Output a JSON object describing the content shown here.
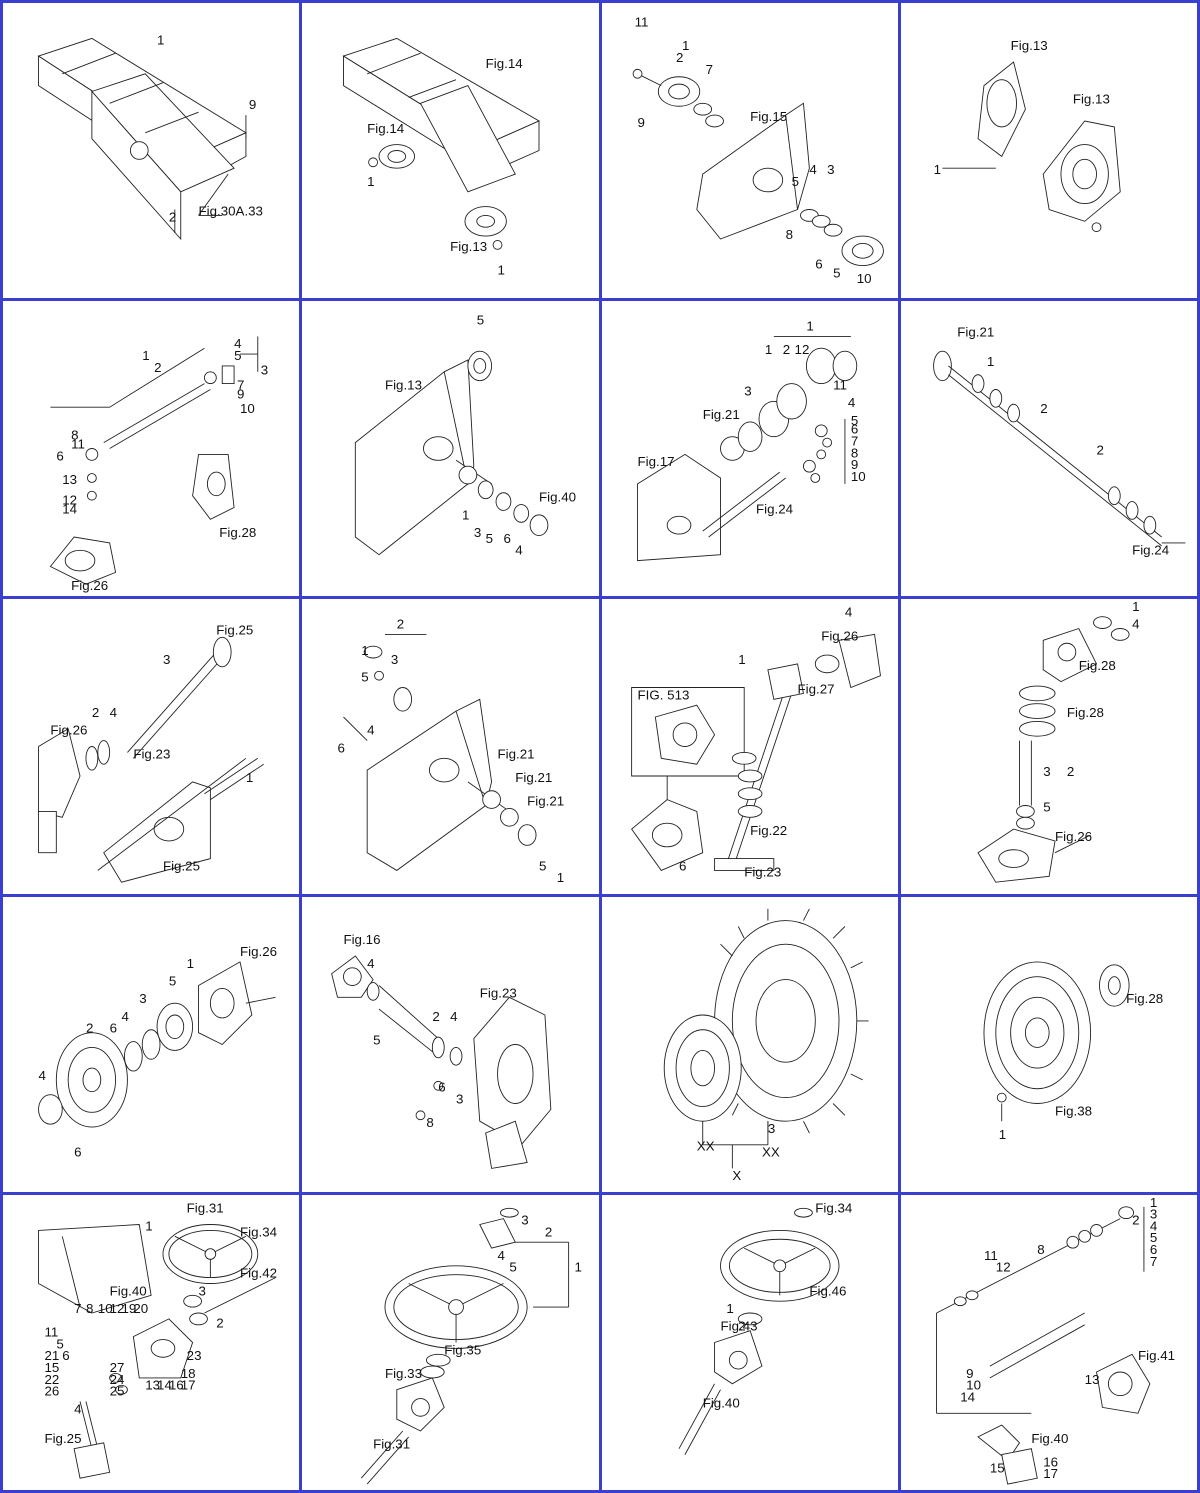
{
  "title": "",
  "colors": {
    "grid_border": "#3b3fd0",
    "cell_background": "#ffffff",
    "line_art": "#222222"
  },
  "cells": [
    {
      "row": 1,
      "col": 1,
      "subject": "chassis-frame",
      "callouts": [
        "1",
        "9",
        "2"
      ],
      "figure_refs": [
        "Fig.30A.33"
      ]
    },
    {
      "row": 1,
      "col": 2,
      "subject": "chassis-frame-with-bearing-housing",
      "callouts": [
        "1",
        "1"
      ],
      "figure_refs": [
        "Fig.14",
        "Fig.14",
        "Fig.13"
      ]
    },
    {
      "row": 1,
      "col": 3,
      "subject": "axle-housing-and-bearings",
      "callouts": [
        "11",
        "1",
        "2",
        "7",
        "9",
        "5",
        "4",
        "3",
        "8",
        "6",
        "5",
        "10"
      ],
      "figure_refs": [
        "Fig.15"
      ]
    },
    {
      "row": 1,
      "col": 4,
      "subject": "bearing-covers",
      "callouts": [
        "1"
      ],
      "figure_refs": [
        "Fig.13",
        "Fig.13"
      ]
    },
    {
      "row": 2,
      "col": 1,
      "subject": "control-rod-linkage",
      "callouts": [
        "1",
        "2",
        "4",
        "5",
        "3",
        "6",
        "7",
        "8",
        "9",
        "10",
        "11",
        "12",
        "13",
        "14"
      ],
      "figure_refs": [
        "Fig.28",
        "Fig.26"
      ]
    },
    {
      "row": 2,
      "col": 2,
      "subject": "transmission-case",
      "callouts": [
        "5",
        "1",
        "3",
        "5",
        "6",
        "4"
      ],
      "figure_refs": [
        "Fig.13",
        "Fig.40"
      ]
    },
    {
      "row": 2,
      "col": 3,
      "subject": "differential-assembly",
      "callouts": [
        "1",
        "1",
        "2",
        "12",
        "3",
        "4",
        "5",
        "6",
        "7",
        "8",
        "9",
        "10",
        "11"
      ],
      "figure_refs": [
        "Fig.21",
        "Fig.17",
        "Fig.24"
      ]
    },
    {
      "row": 2,
      "col": 4,
      "subject": "axle-shaft",
      "callouts": [
        "1",
        "2",
        "2"
      ],
      "figure_refs": [
        "Fig.21",
        "Fig.24"
      ]
    },
    {
      "row": 3,
      "col": 1,
      "subject": "drive-shaft-and-housing",
      "callouts": [
        "3",
        "2",
        "4",
        "1"
      ],
      "figure_refs": [
        "Fig.25",
        "Fig.26",
        "Fig.23",
        "Fig.25"
      ]
    },
    {
      "row": 3,
      "col": 2,
      "subject": "transmission-case-seals",
      "callouts": [
        "1",
        "2",
        "3",
        "5",
        "4",
        "6",
        "5",
        "1"
      ],
      "figure_refs": [
        "Fig.21",
        "Fig.21",
        "Fig.21"
      ]
    },
    {
      "row": 3,
      "col": 3,
      "subject": "final-drive-stack",
      "callouts": [
        "4",
        "1",
        "6"
      ],
      "figure_refs": [
        "Fig.26",
        "Fig.27",
        "Fig.22",
        "Fig.23"
      ],
      "inset_label": "FIG. 513"
    },
    {
      "row": 3,
      "col": 4,
      "subject": "steering-column-stack",
      "callouts": [
        "1",
        "4",
        "2",
        "3",
        "5"
      ],
      "figure_refs": [
        "Fig.28",
        "Fig.28",
        "Fig.26"
      ]
    },
    {
      "row": 4,
      "col": 1,
      "subject": "brake-drum-assembly",
      "callouts": [
        "1",
        "2",
        "3",
        "4",
        "5",
        "6",
        "4",
        "6"
      ],
      "figure_refs": [
        "Fig.26"
      ]
    },
    {
      "row": 4,
      "col": 2,
      "subject": "axle-tube-and-gear-case",
      "callouts": [
        "4",
        "5",
        "2",
        "4",
        "6",
        "3",
        "8"
      ],
      "figure_refs": [
        "Fig.16",
        "Fig.23"
      ]
    },
    {
      "row": 4,
      "col": 3,
      "subject": "tractor-wheels",
      "callouts": [
        "3",
        "XX",
        "XX",
        "X"
      ],
      "figure_refs": []
    },
    {
      "row": 4,
      "col": 4,
      "subject": "rear-wheel-hub",
      "callouts": [
        "1"
      ],
      "figure_refs": [
        "Fig.28",
        "Fig.38"
      ]
    },
    {
      "row": 5,
      "col": 1,
      "subject": "steering-mechanism",
      "callouts": [
        "1",
        "2",
        "3",
        "4",
        "5",
        "6",
        "7",
        "8",
        "10",
        "11",
        "12",
        "13",
        "14",
        "15",
        "16",
        "17",
        "18",
        "19",
        "20",
        "21",
        "22",
        "23",
        "24",
        "25",
        "26",
        "27"
      ],
      "figure_refs": [
        "Fig.31",
        "Fig.34",
        "Fig.42",
        "Fig.40",
        "Fig.25"
      ]
    },
    {
      "row": 5,
      "col": 2,
      "subject": "steering-wheel-exploded",
      "callouts": [
        "1",
        "2",
        "3",
        "4",
        "5"
      ],
      "figure_refs": [
        "Fig.35",
        "Fig.33",
        "Fig.31"
      ]
    },
    {
      "row": 5,
      "col": 3,
      "subject": "steering-wheel-assembly",
      "callouts": [
        "1",
        "2"
      ],
      "figure_refs": [
        "Fig.34",
        "Fig.46",
        "Fig.43",
        "Fig.40"
      ]
    },
    {
      "row": 5,
      "col": 4,
      "subject": "steering-box-exploded",
      "callouts": [
        "1",
        "2",
        "3",
        "4",
        "5",
        "6",
        "7",
        "8",
        "9",
        "10",
        "11",
        "12",
        "13",
        "14",
        "15",
        "16",
        "17"
      ],
      "figure_refs": [
        "Fig.41",
        "Fig.40"
      ]
    }
  ]
}
